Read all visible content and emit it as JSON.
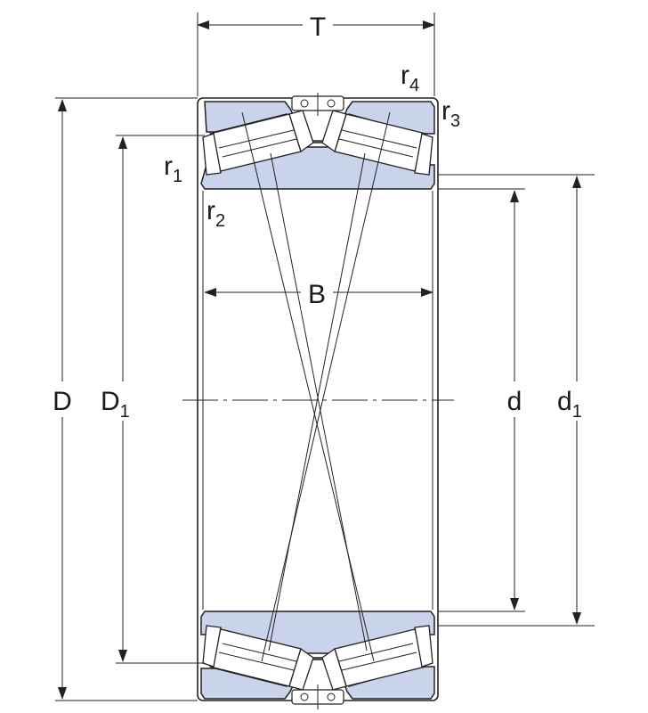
{
  "labels": {
    "T": "T",
    "B": "B",
    "D": "D",
    "D1_main": "D",
    "D1_sub": "1",
    "d": "d",
    "d1_main": "d",
    "d1_sub": "1",
    "r1_main": "r",
    "r1_sub": "1",
    "r2_main": "r",
    "r2_sub": "2",
    "r3_main": "r",
    "r3_sub": "3",
    "r4_main": "r",
    "r4_sub": "4"
  },
  "colors": {
    "ring_fill": "#c9d3ec",
    "line": "#222222"
  }
}
